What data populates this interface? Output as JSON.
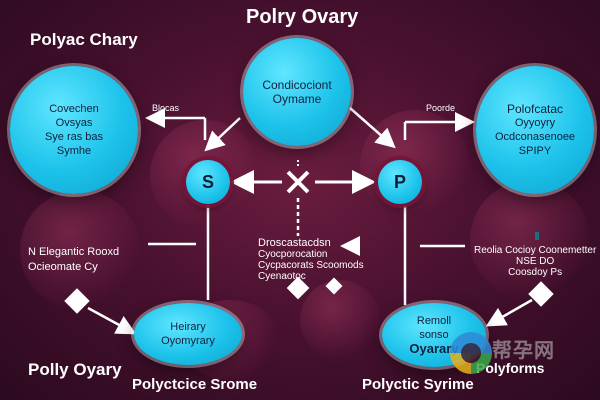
{
  "title": "Polry Ovary",
  "corner_title": "Polyac Chary",
  "top_node": [
    "Condicociont",
    "Oymame"
  ],
  "left_node": [
    "Covechen",
    "Ovsyas",
    "Sye ras bas",
    "Symhe"
  ],
  "right_node": [
    "Polofcatac",
    "Oyyoyry",
    "Ocdconasenoee",
    "SPIPY"
  ],
  "center_s": "S",
  "center_p": "P",
  "left_arrow_label": "Blocas",
  "right_arrow_label": "Poorde",
  "left_side_text": [
    "N Elegantic Rooxd",
    "Ocieomate Cy"
  ],
  "center_text": [
    "Droscastacdsn",
    "Cyocporocation",
    "Cycpacorats Scoomods",
    "Cyenaotoc"
  ],
  "right_side_text": [
    "Reolia Cocioy Coonemetter",
    "NSE DO",
    "Coosdoy Ps"
  ],
  "bottom_left_node": [
    "Heirary",
    "Oyomyrary"
  ],
  "bottom_right_node": [
    "Remoll",
    "sonso",
    "Oyarary"
  ],
  "bottom_labels": {
    "left": "Polly Oyary",
    "center_left": "Polyctcice Srome",
    "center_right": "Polyctic Syrime",
    "right": "Polyforms"
  },
  "watermark_text": "帮孕网",
  "colors": {
    "node": "#1cc2ea",
    "background": "#4a1130",
    "lines": "#ffffff"
  }
}
